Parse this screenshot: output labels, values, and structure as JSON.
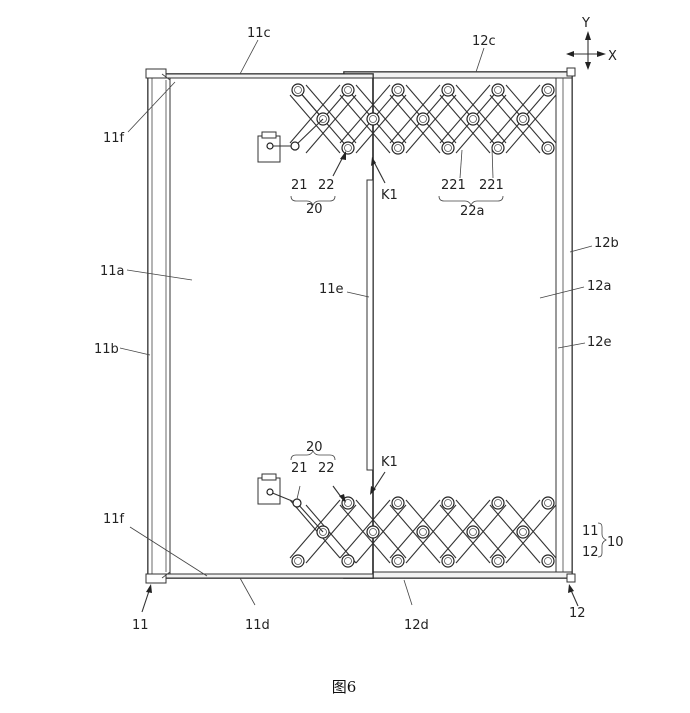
{
  "figure": {
    "caption": "图6",
    "axis_y": "Y",
    "axis_x": "X",
    "labels": {
      "lbl_11c": "11c",
      "lbl_12c": "12c",
      "lbl_11f_top": "11f",
      "lbl_11f_bottom": "11f",
      "lbl_21_top": "21",
      "lbl_22_top": "22",
      "lbl_20_top": "20",
      "lbl_K1_top": "K1",
      "lbl_221_a": "221",
      "lbl_221_b": "221",
      "lbl_22a": "22a",
      "lbl_12b": "12b",
      "lbl_11a": "11a",
      "lbl_11e": "11e",
      "lbl_12a": "12a",
      "lbl_11b": "11b",
      "lbl_12e": "12e",
      "lbl_20_bottom": "20",
      "lbl_21_bottom": "21",
      "lbl_22_bottom": "22",
      "lbl_K1_bottom": "K1",
      "lbl_11_right": "11",
      "lbl_12_right": "12",
      "lbl_10": "10",
      "lbl_11_bottom": "11",
      "lbl_11d": "11d",
      "lbl_12d": "12d",
      "lbl_12_bottom": "12"
    }
  }
}
